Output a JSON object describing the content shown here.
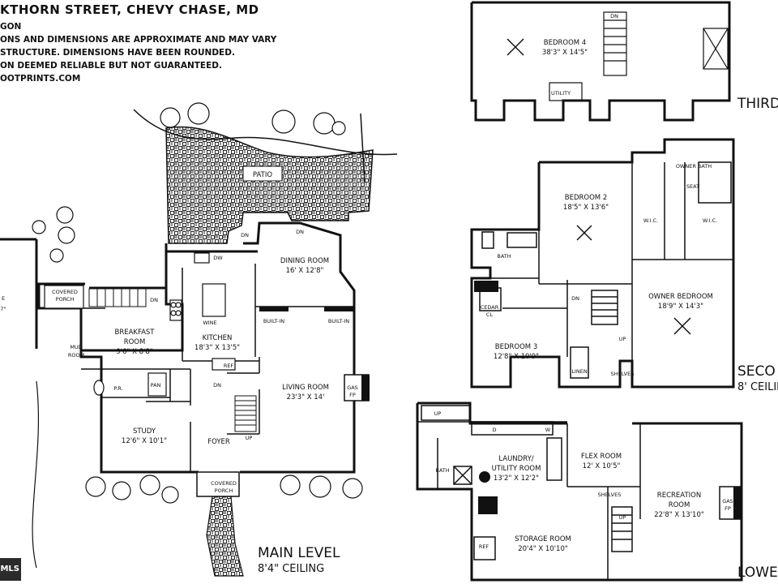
{
  "header": {
    "address": "KTHORN STREET, CHEVY CHASE, MD",
    "line_2": "GON",
    "line_3": "ONS AND DIMENSIONS ARE APPROXIMATE AND MAY VARY",
    "line_4": "STRUCTURE. DIMENSIONS HAVE BEEN ROUNDED.",
    "line_5": "ON DEEMED RELIABLE BUT NOT GUARANTEED.",
    "line_6": "OOTPRINTS.COM"
  },
  "levels": {
    "main": {
      "title": "MAIN LEVEL",
      "ceiling": "8'4\" CEILING"
    },
    "second": {
      "title": "SECO",
      "ceiling": "8' CEILIN"
    },
    "third": {
      "title": "THIRD"
    },
    "lower": {
      "title": "LOWE"
    }
  },
  "rooms": {
    "patio": "PATIO",
    "dining_name": "DINING ROOM",
    "dining_dim": "16' X 12'8\"",
    "kitchen_name": "KITCHEN",
    "kitchen_dim": "18'3\" X 13'5\"",
    "breakfast_name_1": "BREAKFAST",
    "breakfast_name_2": "ROOM",
    "breakfast_dim": "9'6\" X 8'8\"",
    "living_name": "LIVING ROOM",
    "living_dim": "23'3\" X 14'",
    "study_name": "STUDY",
    "study_dim": "12'6\" X 10'1\"",
    "foyer": "FOYER",
    "covered_porch_1": "COVERED",
    "covered_porch_2": "PORCH",
    "mud_1": "MUD",
    "mud_2": "ROOM",
    "pr": "P.R.",
    "pan": "PAN",
    "ref": "REF",
    "wine": "WINE",
    "dw": "DW",
    "dn": "DN",
    "up": "UP",
    "built_in": "BUILT-IN",
    "gas_1": "GAS",
    "gas_2": "FP",
    "left_room_1": "E",
    "left_room_2": "7\"",
    "bedroom4_name": "BEDROOM 4",
    "bedroom4_dim": "38'3\" X 14'5\"",
    "utility": "UTILITY",
    "bedroom2_name": "BEDROOM 2",
    "bedroom2_dim": "18'5\" X 13'6\"",
    "bath": "BATH",
    "owner_bath": "OWNER BATH",
    "wic": "W.I.C.",
    "seat": "SEAT",
    "owner_bed_name": "OWNER BEDROOM",
    "owner_bed_dim": "18'9\" X 14'3\"",
    "cedar_1": "CEDAR",
    "cedar_2": "CL",
    "bedroom3_name": "BEDROOM 3",
    "bedroom3_dim": "12'8\" X 10'9\"",
    "linen": "LINEN",
    "shelves": "SHELVES",
    "laundry_1": "LAUNDRY/",
    "laundry_2": "UTILITY ROOM",
    "laundry_dim": "13'2\" X 12'2\"",
    "flex_name": "FLEX ROOM",
    "flex_dim": "12' X 10'5\"",
    "rec_1": "RECREATION",
    "rec_2": "ROOM",
    "rec_dim": "22'8\" X 13'10\"",
    "storage_name": "STORAGE ROOM",
    "storage_dim": "20'4\" X 10'10\"",
    "d": "D",
    "w": "W"
  },
  "badge": "MLS"
}
